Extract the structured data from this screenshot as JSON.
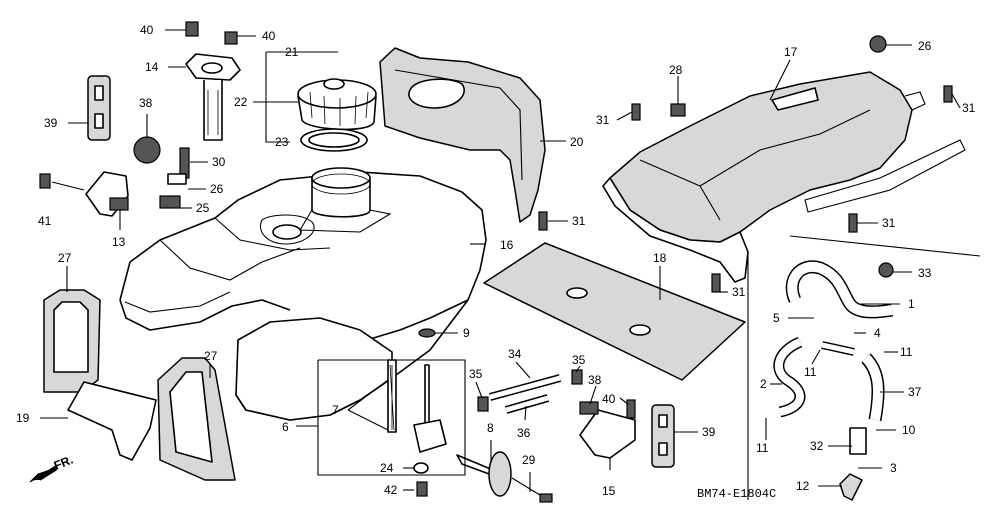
{
  "diagram": {
    "code": "BM74-E1804C",
    "direction": "FR.",
    "callouts": [
      {
        "id": "c40a",
        "text": "40"
      },
      {
        "id": "c40b",
        "text": "40"
      },
      {
        "id": "c14",
        "text": "14"
      },
      {
        "id": "c21",
        "text": "21"
      },
      {
        "id": "c22",
        "text": "22"
      },
      {
        "id": "c23",
        "text": "23"
      },
      {
        "id": "c38a",
        "text": "38"
      },
      {
        "id": "c39a",
        "text": "39"
      },
      {
        "id": "c30",
        "text": "30"
      },
      {
        "id": "c26a",
        "text": "26"
      },
      {
        "id": "c25",
        "text": "25"
      },
      {
        "id": "c41",
        "text": "41"
      },
      {
        "id": "c13",
        "text": "13"
      },
      {
        "id": "c20",
        "text": "20"
      },
      {
        "id": "c17",
        "text": "17"
      },
      {
        "id": "c26b",
        "text": "26"
      },
      {
        "id": "c28",
        "text": "28"
      },
      {
        "id": "c31a",
        "text": "31"
      },
      {
        "id": "c31b",
        "text": "31"
      },
      {
        "id": "c31c",
        "text": "31"
      },
      {
        "id": "c31d",
        "text": "31"
      },
      {
        "id": "c31e",
        "text": "31"
      },
      {
        "id": "c16",
        "text": "16"
      },
      {
        "id": "c18",
        "text": "18"
      },
      {
        "id": "c33",
        "text": "33"
      },
      {
        "id": "c1",
        "text": "1"
      },
      {
        "id": "c5",
        "text": "5"
      },
      {
        "id": "c4",
        "text": "4"
      },
      {
        "id": "c27a",
        "text": "27"
      },
      {
        "id": "c27b",
        "text": "27"
      },
      {
        "id": "c9",
        "text": "9"
      },
      {
        "id": "c19",
        "text": "19"
      },
      {
        "id": "c7",
        "text": "7"
      },
      {
        "id": "c6",
        "text": "6"
      },
      {
        "id": "c35a",
        "text": "35"
      },
      {
        "id": "c34",
        "text": "34"
      },
      {
        "id": "c35b",
        "text": "35"
      },
      {
        "id": "c38b",
        "text": "38"
      },
      {
        "id": "c40c",
        "text": "40"
      },
      {
        "id": "c36",
        "text": "36"
      },
      {
        "id": "c39b",
        "text": "39"
      },
      {
        "id": "c8",
        "text": "8"
      },
      {
        "id": "c11a",
        "text": "11"
      },
      {
        "id": "c11b",
        "text": "11"
      },
      {
        "id": "c11c",
        "text": "11"
      },
      {
        "id": "c2",
        "text": "2"
      },
      {
        "id": "c37",
        "text": "37"
      },
      {
        "id": "c10",
        "text": "10"
      },
      {
        "id": "c32",
        "text": "32"
      },
      {
        "id": "c3",
        "text": "3"
      },
      {
        "id": "c12",
        "text": "12"
      },
      {
        "id": "c24",
        "text": "24"
      },
      {
        "id": "c42",
        "text": "42"
      },
      {
        "id": "c29",
        "text": "29"
      },
      {
        "id": "c15",
        "text": "15"
      }
    ]
  }
}
